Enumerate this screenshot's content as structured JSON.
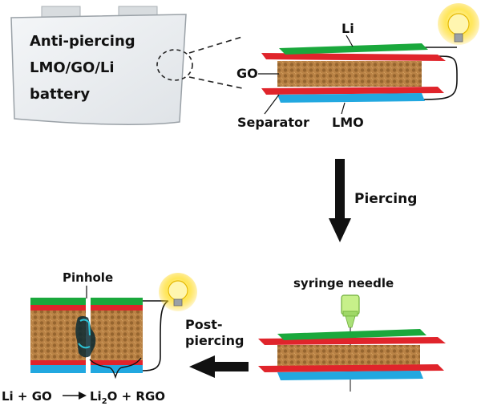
{
  "pouch": {
    "line1": "Anti-piercing",
    "line2": "LMO/GO/Li",
    "line3": "battery"
  },
  "top_cell": {
    "li_label": "Li",
    "go_label": "GO",
    "separator_label": "Separator",
    "lmo_label": "LMO"
  },
  "arrows": {
    "piercing_label": "Piercing",
    "post_line1": "Post-",
    "post_line2": "piercing"
  },
  "pierced_cell": {
    "needle_label": "syringe needle"
  },
  "pinhole_cell": {
    "pinhole_label": "Pinhole",
    "reaction": {
      "left": "Li + GO",
      "product1_prefix": "Li",
      "product1_subscript": "2",
      "product1_suffix": "O + RGO"
    }
  },
  "colors": {
    "li_green": "#1aa83c",
    "separator_red": "#e0242b",
    "lmo_blue": "#22a8e0",
    "go_brown": "#b07a3e",
    "bulb_yellow": "#ffe23a"
  }
}
